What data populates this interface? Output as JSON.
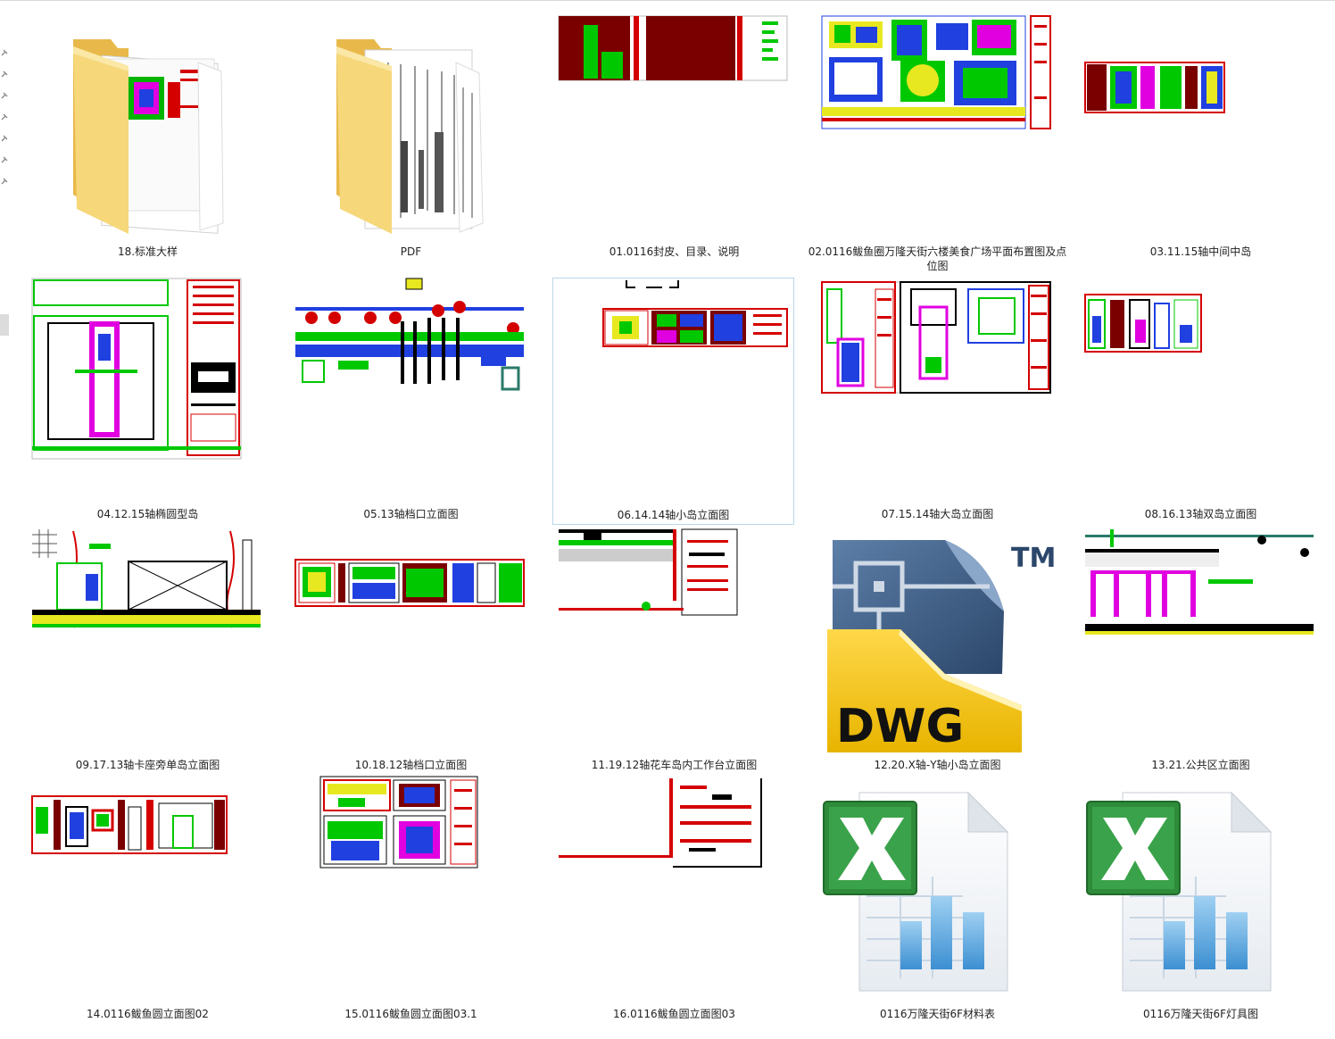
{
  "files": [
    {
      "name": "18.标准大样",
      "type": "folder"
    },
    {
      "name": "PDF",
      "type": "folder"
    },
    {
      "name": "01.0116封皮、目录、说明",
      "type": "dwg-preview"
    },
    {
      "name": "02.0116鲅鱼圈万隆天街六楼美食广场平面布置图及点位图",
      "type": "dwg-preview"
    },
    {
      "name": "03.11.15轴中间中岛",
      "type": "dwg-preview"
    },
    {
      "name": "04.12.15轴椭圆型岛",
      "type": "dwg-preview"
    },
    {
      "name": "05.13轴档口立面图",
      "type": "dwg-preview"
    },
    {
      "name": "06.14.14轴小岛立面图",
      "type": "dwg-preview",
      "selected": true
    },
    {
      "name": "07.15.14轴大岛立面图",
      "type": "dwg-preview"
    },
    {
      "name": "08.16.13轴双岛立面图",
      "type": "dwg-preview"
    },
    {
      "name": "09.17.13轴卡座旁单岛立面图",
      "type": "dwg-preview"
    },
    {
      "name": "10.18.12轴档口立面图",
      "type": "dwg-preview"
    },
    {
      "name": "11.19.12轴花车岛内工作台立面图",
      "type": "dwg-preview"
    },
    {
      "name": "12.20.X轴-Y轴小岛立面图",
      "type": "dwg-icon"
    },
    {
      "name": "13.21.公共区立面图",
      "type": "dwg-preview"
    },
    {
      "name": "14.0116鲅鱼圆立面图02",
      "type": "dwg-preview"
    },
    {
      "name": "15.0116鲅鱼圆立面图03.1",
      "type": "dwg-preview"
    },
    {
      "name": "16.0116鲅鱼圆立面图03",
      "type": "dwg-preview"
    },
    {
      "name": "0116万隆天街6F材料表",
      "type": "excel-icon"
    },
    {
      "name": "0116万隆天街6F灯具图",
      "type": "excel-icon"
    }
  ],
  "icons": {
    "dwg_text": "DWG",
    "dwg_tm": "TM"
  },
  "colors": {
    "cad_red": "#d40000",
    "cad_green": "#00c800",
    "cad_blue": "#2040e0",
    "cad_magenta": "#e000e0",
    "folder": "#f6d77a",
    "excel_green": "#2e8b3a",
    "dwg_yellow": "#f2c600",
    "dwg_blue": "#3e5f86",
    "selection": "#b9d7ea"
  }
}
